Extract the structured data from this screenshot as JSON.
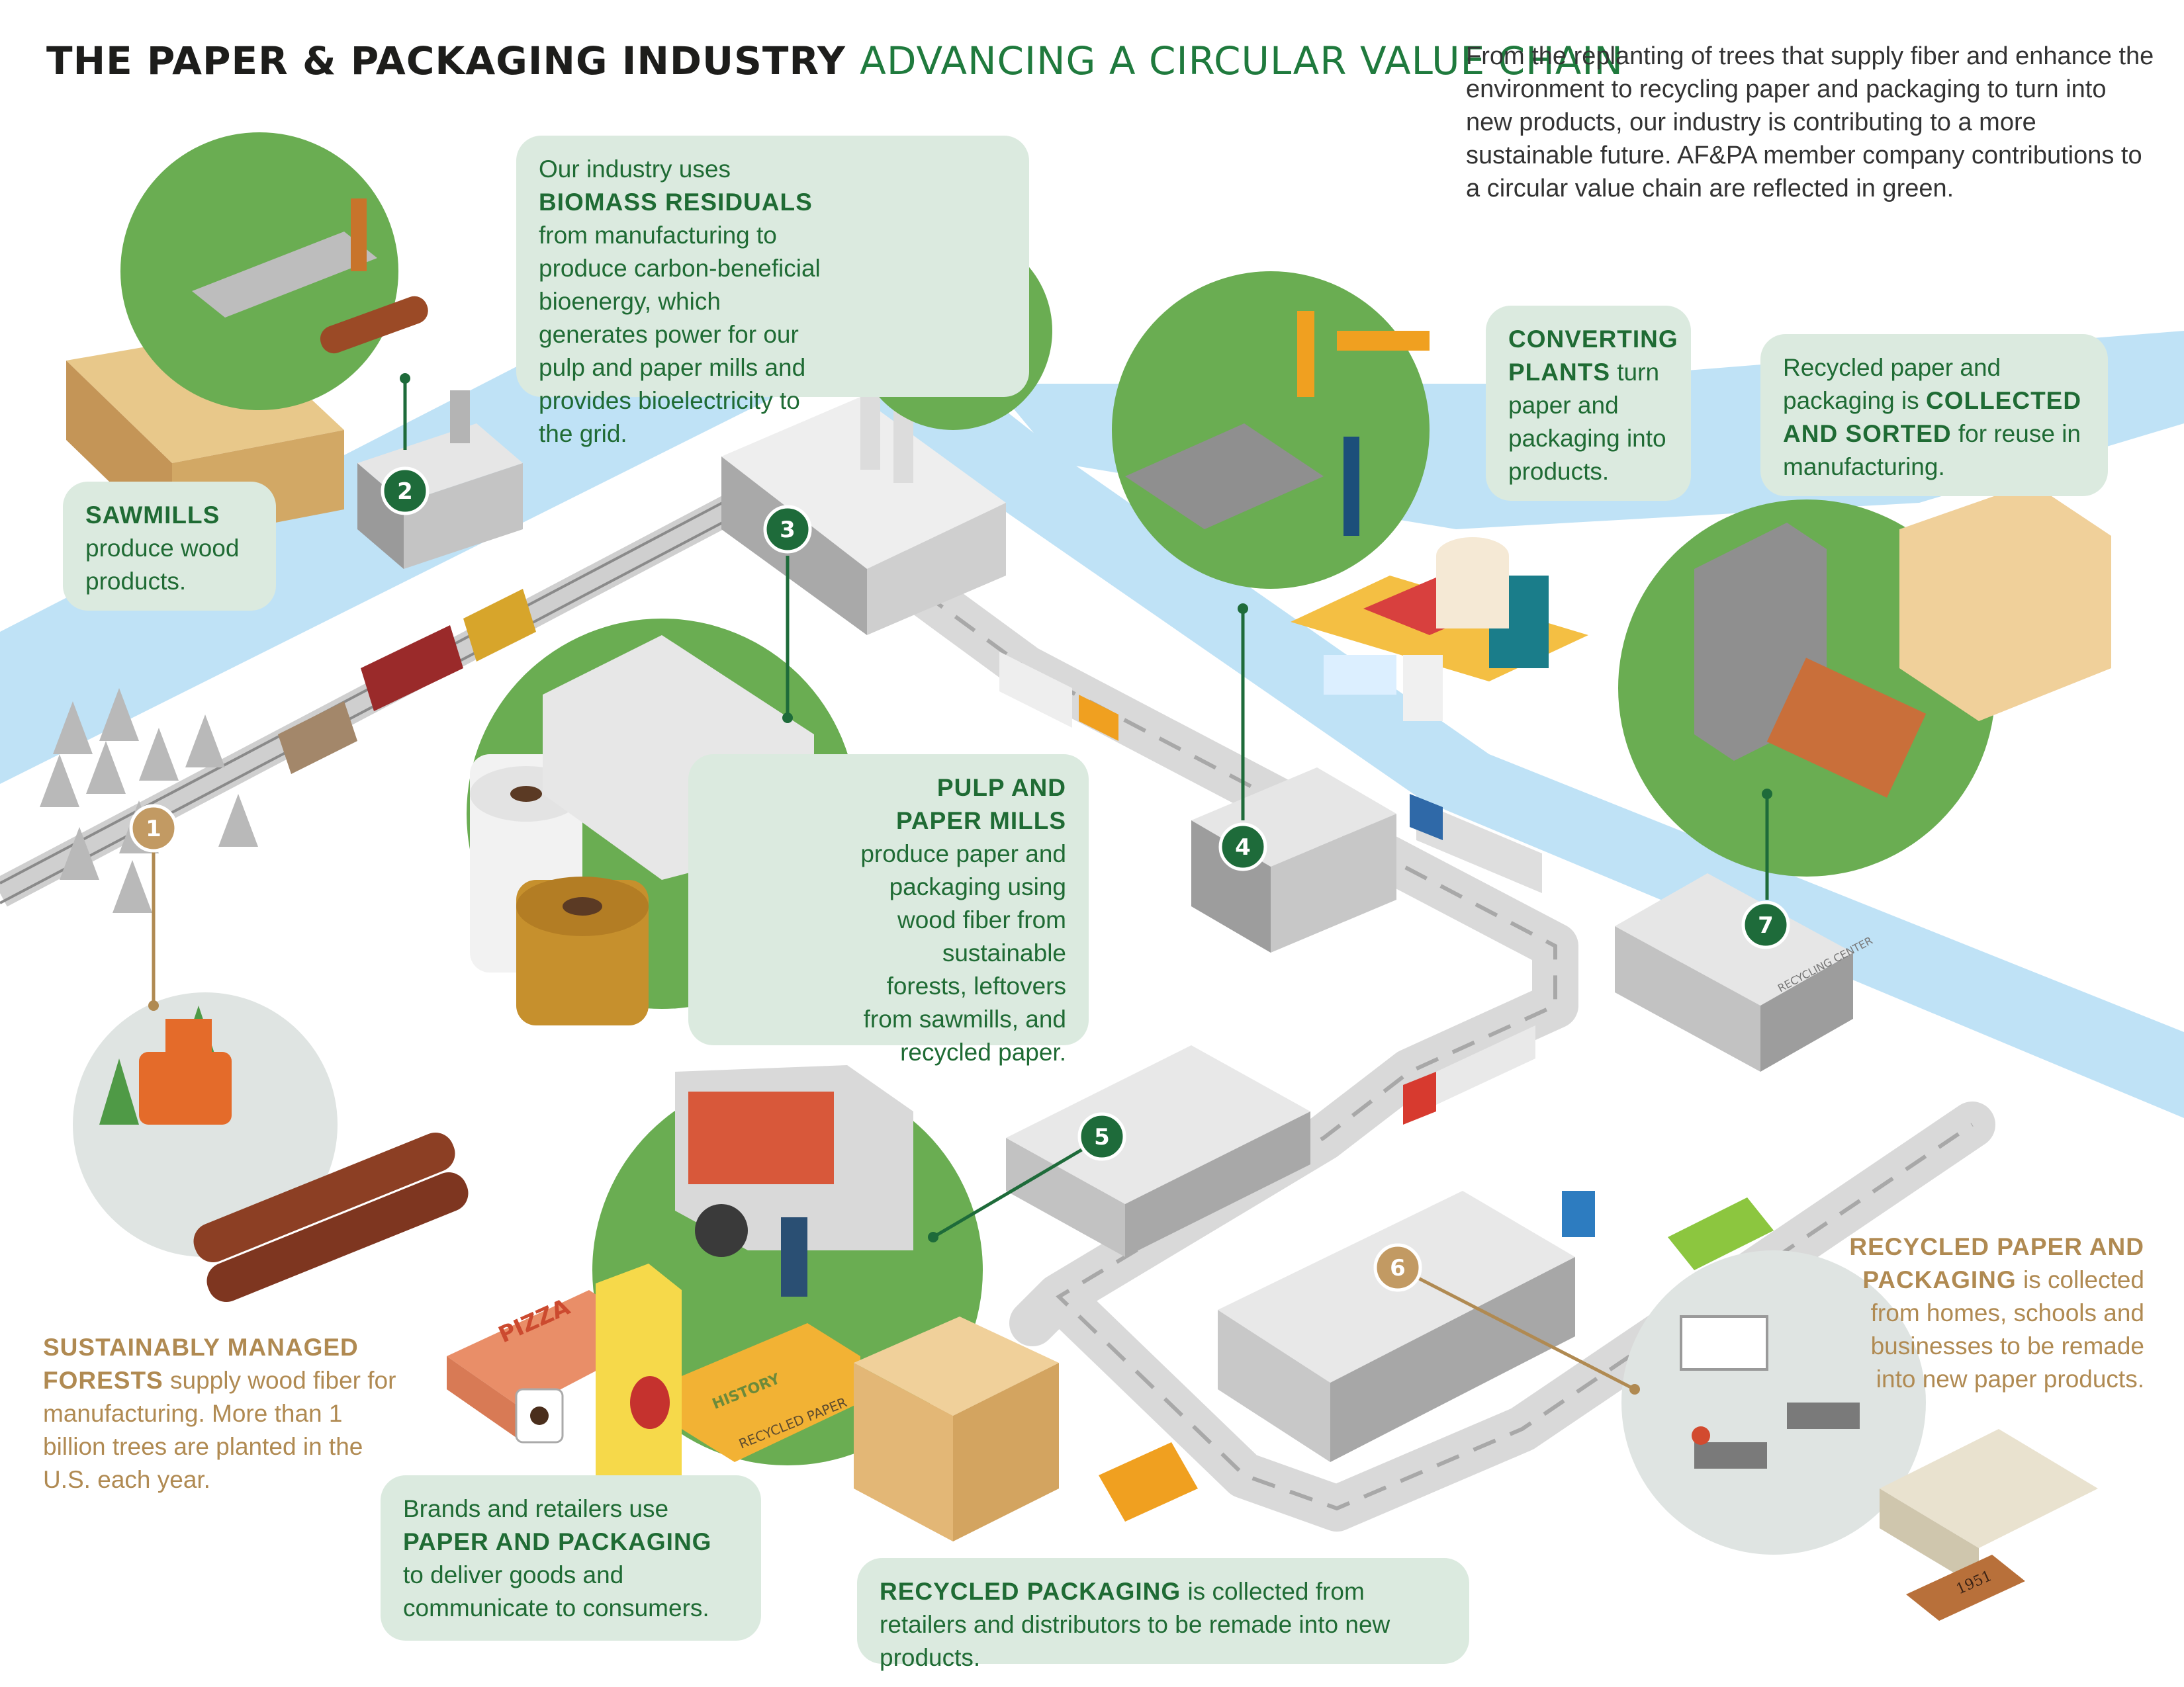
{
  "header": {
    "title_main": "THE PAPER & PACKAGING INDUSTRY",
    "title_accent": "ADVANCING A CIRCULAR VALUE CHAIN"
  },
  "intro": "From the replanting of trees that supply fiber and enhance the environment to recycling paper and packaging to turn into new products, our industry is contributing to a more sustainable future. AF&PA member company contributions to a circular value chain are reflected in green.",
  "steps": {
    "s1": "1",
    "s2": "2",
    "s3": "3",
    "s4": "4",
    "s5": "5",
    "s6": "6",
    "s7": "7"
  },
  "callouts": {
    "sawmills": {
      "bold": "SAWMILLS",
      "text": "produce wood products."
    },
    "biomass": {
      "pre": "Our industry uses",
      "bold": "BIOMASS RESIDUALS",
      "text": "from manufacturing to produce carbon-beneficial bioenergy, which generates power for our pulp and paper mills and provides bioelectricity to the grid."
    },
    "converting": {
      "bold": "CONVERTING PLANTS",
      "text": "turn paper and packaging into products."
    },
    "collected_sorted": {
      "pre": "Recycled paper and packaging is",
      "bold": "COLLECTED AND SORTED",
      "text": "for reuse in manufacturing."
    },
    "pulp_mills": {
      "bold": "PULP AND PAPER MILLS",
      "text": "produce paper and packaging using wood fiber from sustainable forests, leftovers from sawmills, and recycled paper."
    },
    "forests": {
      "bold": "SUSTAINABLY MANAGED FORESTS",
      "text": "supply wood fiber for manufacturing. More than 1 billion trees are planted in the U.S. each year."
    },
    "brands": {
      "pre": "Brands and retailers use",
      "bold": "PAPER AND PACKAGING",
      "text": "to deliver goods and communicate to consumers."
    },
    "recycled_packaging": {
      "bold": "RECYCLED PACKAGING",
      "text": "is collected from retailers and distributors to be remade into new products."
    },
    "recycled_paper": {
      "bold": "RECYCLED PAPER AND PACKAGING",
      "text": "is collected from homes, schools and businesses to be remade into new paper products."
    }
  },
  "illustration_labels": {
    "pizza": "PIZZA",
    "history_book": "HISTORY",
    "recycled_box": "RECYCLED PAPER",
    "recycling_center": "RECYCLING CENTER",
    "book_year": "1951"
  },
  "colors": {
    "brand_green": "#1f7a3d",
    "step_green": "#1e6b3a",
    "circle_green": "#6aad52",
    "card_green": "#dbeadf",
    "tan": "#b08a52",
    "river_blue": "#bfe2f6",
    "road_gray": "#d9d9d9"
  }
}
